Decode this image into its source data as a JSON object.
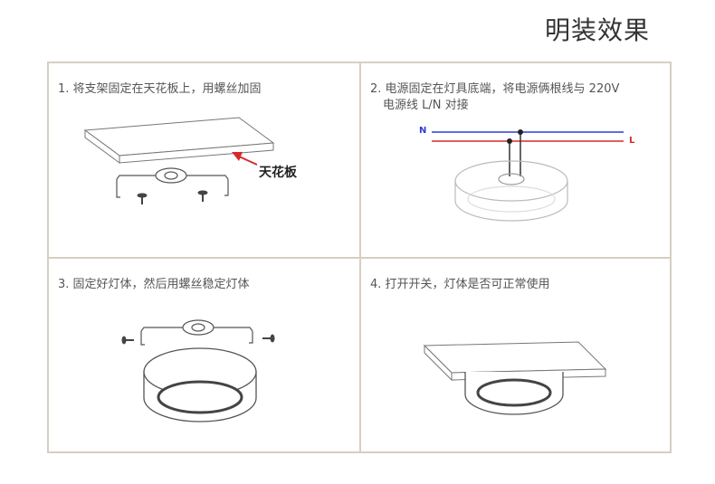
{
  "page": {
    "title": "明装效果"
  },
  "steps": [
    {
      "text": "1. 将支架固定在天花板上，用螺丝加固"
    },
    {
      "line1": "2. 电源固定在灯具底端，将电源俩根线与 220V",
      "line2": "电源线 L/N 对接"
    },
    {
      "text": "3. 固定好灯体，然后用螺丝稳定灯体"
    },
    {
      "text": "4. 打开开关，灯体是否可正常使用"
    }
  ],
  "labels": {
    "ceiling": "天花板",
    "wire_n": "N",
    "wire_l": "L"
  },
  "colors": {
    "border": "#d6cfc2",
    "wire_n": "#2b3fd6",
    "wire_l": "#d62b2b",
    "arrow": "#d62b2b"
  }
}
